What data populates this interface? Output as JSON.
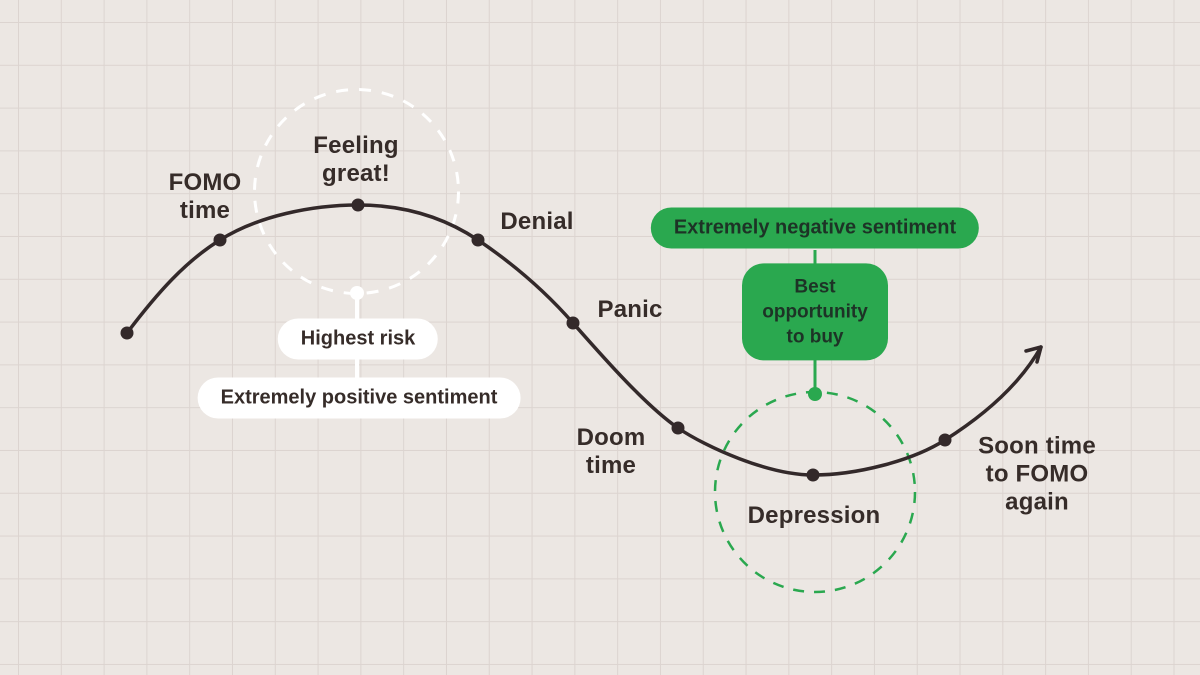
{
  "diagram": {
    "description": "Market sentiment cycle curve",
    "labels": {
      "fomo_time": "FOMO\ntime",
      "feeling_great": "Feeling\ngreat!",
      "denial": "Denial",
      "panic": "Panic",
      "doom_time": "Doom\ntime",
      "depression": "Depression",
      "soon_fomo": "Soon time\nto FOMO again"
    },
    "callouts": {
      "highest_risk": "Highest risk",
      "extremely_positive": "Extremely positive sentiment",
      "extremely_negative": "Extremely negative sentiment",
      "best_opportunity": "Best\nopportunity\nto buy"
    },
    "colors": {
      "background": "#ece7e3",
      "grid_line": "#dcd4d0",
      "curve": "#33292a",
      "text": "#362c29",
      "accent_green": "#2aa84f",
      "green_text": "#1d3326",
      "white": "#ffffff"
    }
  }
}
